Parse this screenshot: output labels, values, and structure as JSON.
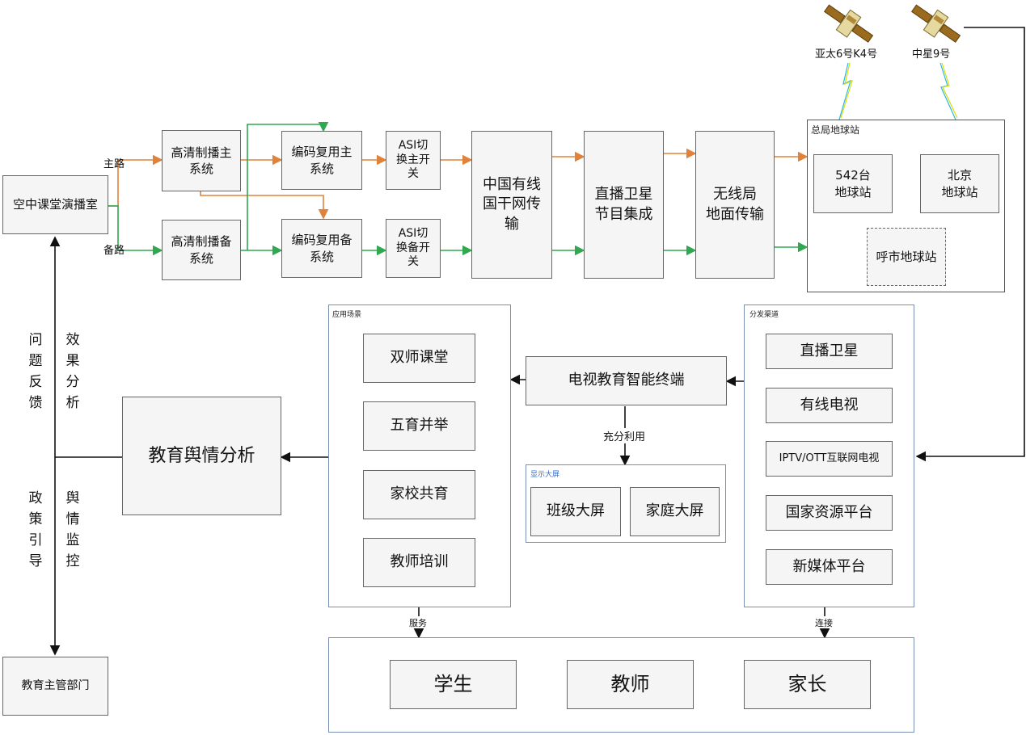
{
  "studio": "空中课堂演播室",
  "route_main": "主路",
  "route_backup": "备路",
  "hd_main": "高清制播主\n系统",
  "hd_backup": "高清制播备\n系统",
  "enc_main": "编码复用主\n系统",
  "enc_backup": "编码复用备\n系统",
  "asi_main": "ASI切\n换主开\n关",
  "asi_backup": "ASI切\n换备开\n关",
  "cable_transmission": "中国有线\n国干网传\n输",
  "satellite_integration": "直播卫星\n节目集成",
  "wireless_transmission": "无线局\n地面传输",
  "earth_station_group": {
    "title": "总局地球站",
    "station_542": "542台\n地球站",
    "station_beijing": "北京\n地球站",
    "station_huhhot": "呼市地球站"
  },
  "satellites": [
    "亚太6号K4号",
    "中星9号"
  ],
  "distribution": {
    "title": "分发渠道",
    "items": [
      "直播卫星",
      "有线电视",
      "IPTV/OTT互联网电视",
      "国家资源平台",
      "新媒体平台"
    ]
  },
  "terminal": "电视教育智能终端",
  "make_full_use": "充分利用",
  "display": {
    "title": "显示大屏",
    "items": [
      "班级大屏",
      "家庭大屏"
    ]
  },
  "scenarios": {
    "title": "应用场景",
    "items": [
      "双师课堂",
      "五育并举",
      "家校共育",
      "教师培训"
    ]
  },
  "opinion_analysis": "教育舆情分析",
  "feedback_left_top": "问题反馈",
  "feedback_right_top": "效果分析",
  "feedback_left_bottom": "政策引导",
  "feedback_right_bottom": "舆情监控",
  "authority": "教育主管部门",
  "serve": "服务",
  "connect": "连接",
  "audience": [
    "学生",
    "教师",
    "家长"
  ],
  "colors": {
    "main_route": "#e0823a",
    "backup_route": "#2fa84f",
    "panel_border": "#7a8fb4",
    "box_fill": "#f5f5f5"
  }
}
